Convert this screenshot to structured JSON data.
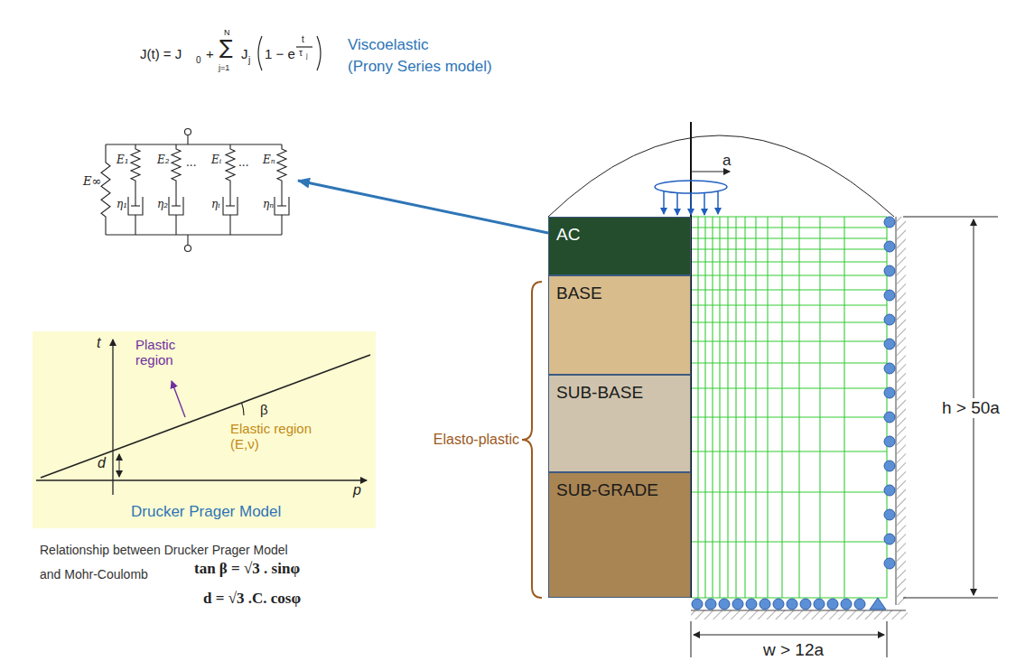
{
  "diagram": {
    "nodes": [
      {
        "text": [
          "E∞",
          "E₁",
          "η₁",
          "E₂",
          "η₂",
          "...",
          "Eᵢ",
          "ηᵢ",
          "...",
          "Eₙ",
          "ηₙ"
        ]
      },
      {
        "text": [
          "t",
          "Plastic region",
          "β",
          "Elastic region (E,ν)",
          "d",
          "p",
          "Drucker Prager Model"
        ]
      },
      {
        "text": [
          "AC"
        ]
      },
      {
        "text": [
          "BASE"
        ]
      },
      {
        "text": [
          "SUB-BASE"
        ]
      },
      {
        "text": [
          "SUB-GRADE"
        ]
      }
    ],
    "edges": [
      {
        "from": 2,
        "to": 0,
        "arrow": "to"
      }
    ],
    "labels": [
      "J(t) = J",
      "0",
      "+",
      "N",
      "∑",
      "j=1",
      "J",
      "j",
      "1 − e",
      "t",
      "τ",
      "j",
      "Viscoelastic",
      "(Prony Series model)",
      "Relationship between Drucker Prager Model",
      "and Mohr-Coulomb",
      "tan β = √3 . sinφ",
      "d = √3 .C. cosφ",
      "a",
      "h > 50a",
      "w > 12a",
      "Elasto-plastic"
    ]
  }
}
